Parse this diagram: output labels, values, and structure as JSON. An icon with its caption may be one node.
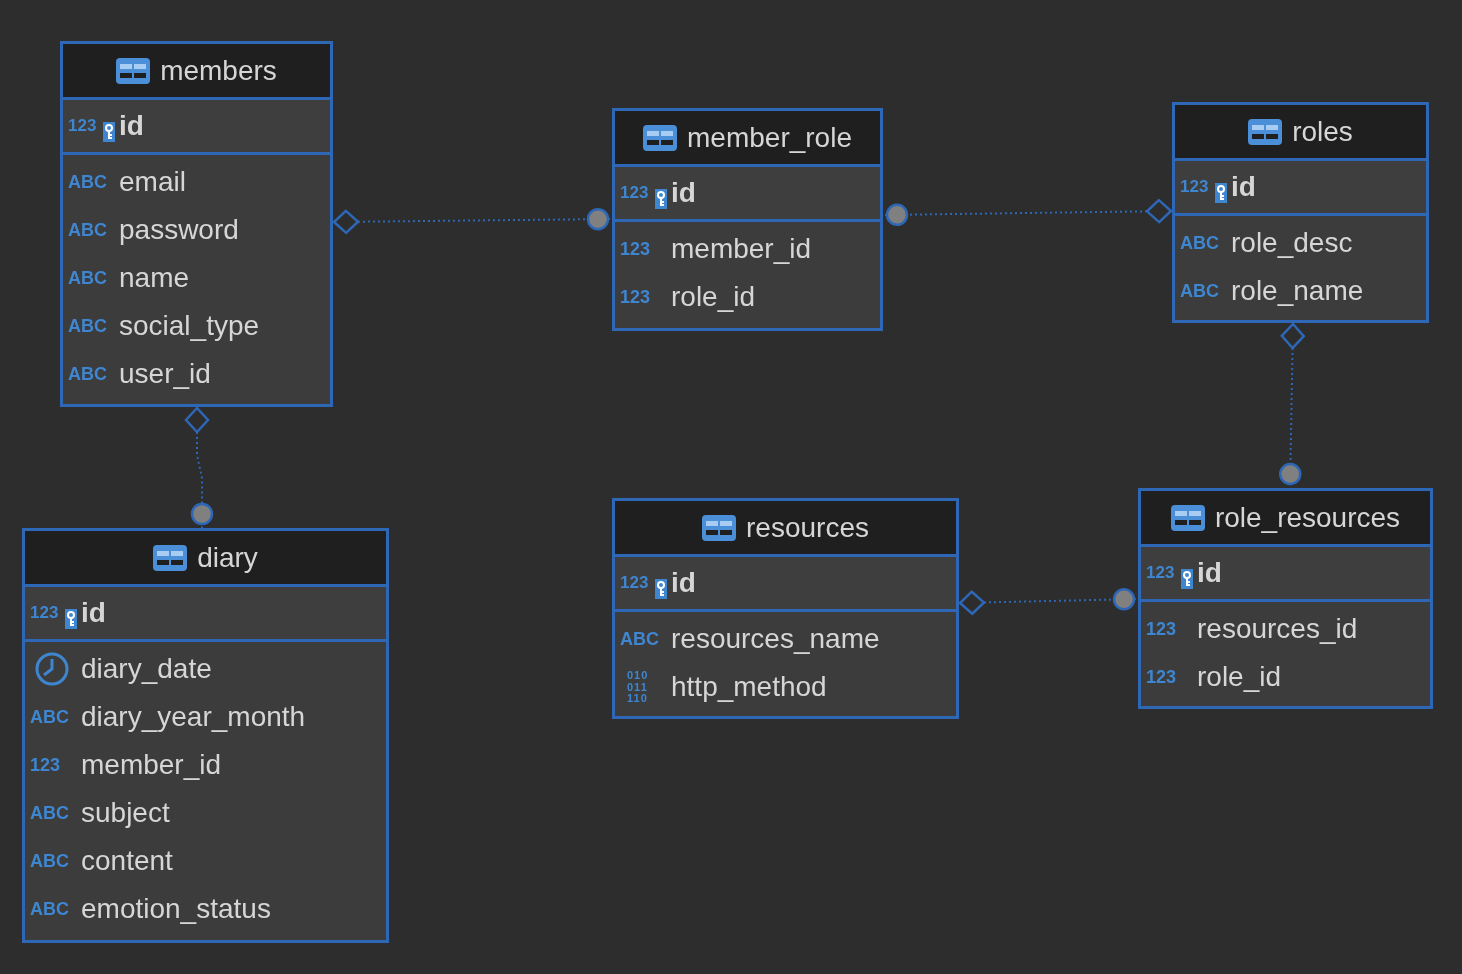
{
  "diagram": {
    "nodes": [
      {
        "text": [
          "members"
        ]
      },
      {
        "text": [
          "123",
          "id"
        ],
        "in": 0
      },
      {
        "text": [
          "ABC",
          "email"
        ],
        "in": 0
      },
      {
        "text": [
          "ABC",
          "password"
        ],
        "in": 0
      },
      {
        "text": [
          "ABC",
          "name"
        ],
        "in": 0
      },
      {
        "text": [
          "ABC",
          "social_type"
        ],
        "in": 0
      },
      {
        "text": [
          "ABC",
          "user_id"
        ],
        "in": 0
      },
      {
        "text": [
          "member_role"
        ]
      },
      {
        "text": [
          "123",
          "id"
        ],
        "in": 7
      },
      {
        "text": [
          "123",
          "member_id"
        ],
        "in": 7
      },
      {
        "text": [
          "123",
          "role_id"
        ],
        "in": 7
      },
      {
        "text": [
          "roles"
        ]
      },
      {
        "text": [
          "123",
          "id"
        ],
        "in": 11
      },
      {
        "text": [
          "ABC",
          "role_desc"
        ],
        "in": 11
      },
      {
        "text": [
          "ABC",
          "role_name"
        ],
        "in": 11
      },
      {
        "text": [
          "diary"
        ]
      },
      {
        "text": [
          "123",
          "id"
        ],
        "in": 15
      },
      {
        "text": [
          "diary_date"
        ],
        "in": 15
      },
      {
        "text": [
          "ABC",
          "diary_year_month"
        ],
        "in": 15
      },
      {
        "text": [
          "123",
          "member_id"
        ],
        "in": 15
      },
      {
        "text": [
          "ABC",
          "subject"
        ],
        "in": 15
      },
      {
        "text": [
          "ABC",
          "content"
        ],
        "in": 15
      },
      {
        "text": [
          "ABC",
          "emotion_status"
        ],
        "in": 15
      },
      {
        "text": [
          "resources"
        ]
      },
      {
        "text": [
          "123",
          "id"
        ],
        "in": 23
      },
      {
        "text": [
          "ABC",
          "resources_name"
        ],
        "in": 23
      },
      {
        "text": [
          "010 011 110",
          "http_method"
        ],
        "in": 23
      },
      {
        "text": [
          "role_resources"
        ]
      },
      {
        "text": [
          "123",
          "id"
        ],
        "in": 27
      },
      {
        "text": [
          "123",
          "resources_id"
        ],
        "in": 27
      },
      {
        "text": [
          "123",
          "role_id"
        ],
        "in": 27
      }
    ],
    "edges": [
      {
        "from": 0,
        "to": 7,
        "arrow": "other"
      },
      {
        "from": 11,
        "to": 7,
        "arrow": "other"
      },
      {
        "from": 0,
        "to": 15,
        "arrow": "other"
      },
      {
        "from": 11,
        "to": 27,
        "arrow": "other"
      },
      {
        "from": 23,
        "to": 27,
        "arrow": "other"
      }
    ]
  }
}
